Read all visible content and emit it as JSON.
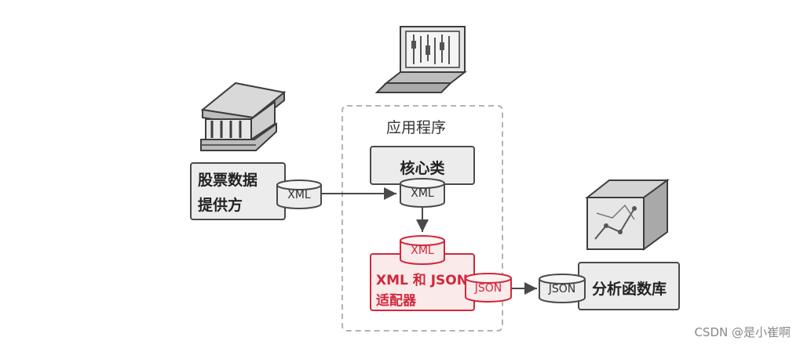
{
  "diagram": {
    "app_title": "应用程序",
    "provider_line1": "股票数据",
    "provider_line2": "提供方",
    "core_class": "核心类",
    "adapter_line1": "XML 和 JSON",
    "adapter_line2": "适配器",
    "library": "分析函数库",
    "xml": "XML",
    "json": "JSON",
    "accent_color": "#d0283a",
    "icons": [
      "bank-icon",
      "laptop-chart-icon",
      "analytics-box-icon"
    ]
  },
  "watermark": "CSDN @是小崔啊"
}
